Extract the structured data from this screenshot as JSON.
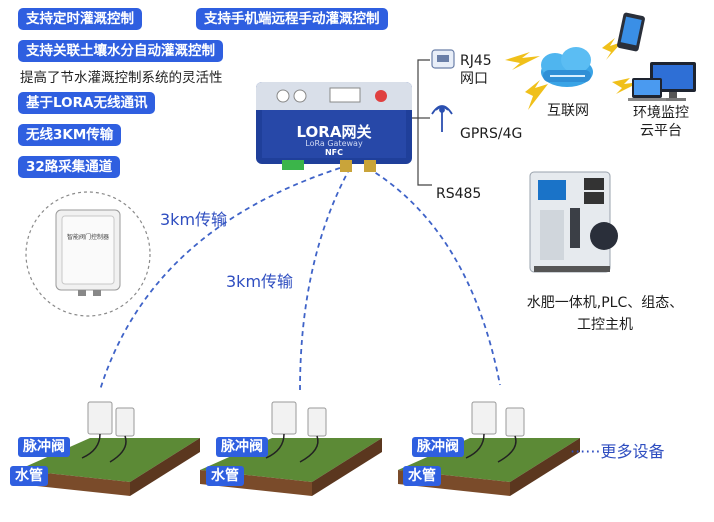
{
  "features": [
    "支持定时灌溉控制",
    "支持手机端远程手动灌溉控制",
    "支持关联土壤水分自动灌溉控制",
    "提高了节水灌溉控制系统的灵活性",
    "基于LORA无线通讯",
    "无线3KM传输",
    "32路采集通道"
  ],
  "gateway": {
    "title": "LORA网关",
    "subtitle": "LoRa Gateway",
    "nfc": "NFC"
  },
  "device_box_label": "智能阀门控制器",
  "distance_labels": [
    "3km传输",
    "3km传输"
  ],
  "connections": {
    "rj45": [
      "RJ45",
      "网口"
    ],
    "gprs": "GPRS/4G",
    "rs485": "RS485",
    "internet": "互联网",
    "cloud": [
      "环境监控",
      "云平台"
    ],
    "fertigation": [
      "水肥一体机,PLC、组态、",
      "工控主机"
    ]
  },
  "field_labels": {
    "valve": "脉冲阀",
    "pipe": "水管"
  },
  "more_devices": "······更多设备",
  "colors": {
    "badge_blue": "#2f5fe0",
    "gateway_blue": "#1f3f9a",
    "grass_green": "#5c8a36",
    "soil_brown": "#7a4b2a",
    "dash_blue": "#3f63c8"
  }
}
